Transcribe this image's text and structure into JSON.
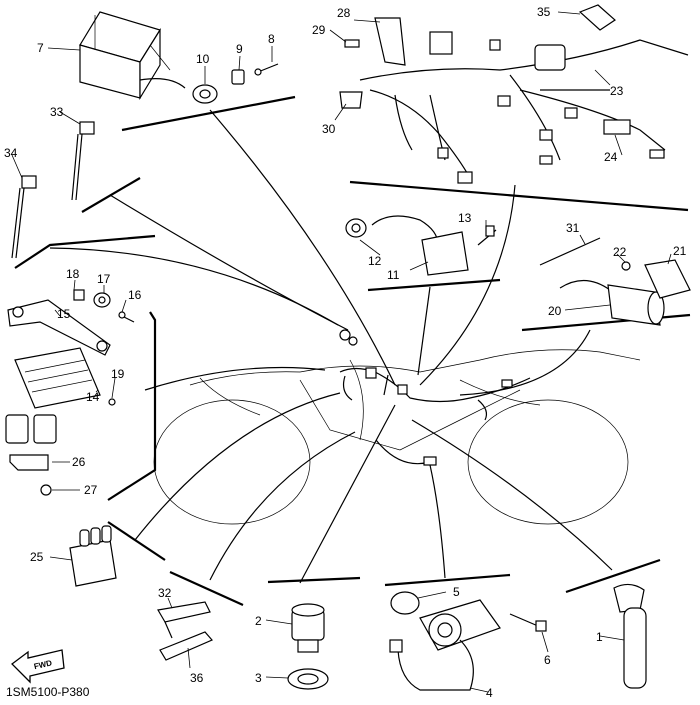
{
  "diagram": {
    "drawing_code": "1SM5100-P380",
    "direction_label": "FWD",
    "callouts": [
      "1",
      "2",
      "3",
      "4",
      "5",
      "6",
      "7",
      "8",
      "9",
      "10",
      "11",
      "12",
      "13",
      "14",
      "15",
      "16",
      "17",
      "18",
      "19",
      "20",
      "21",
      "22",
      "23",
      "24",
      "25",
      "26",
      "27",
      "28",
      "29",
      "30",
      "31",
      "32",
      "33",
      "34",
      "35",
      "36"
    ]
  }
}
